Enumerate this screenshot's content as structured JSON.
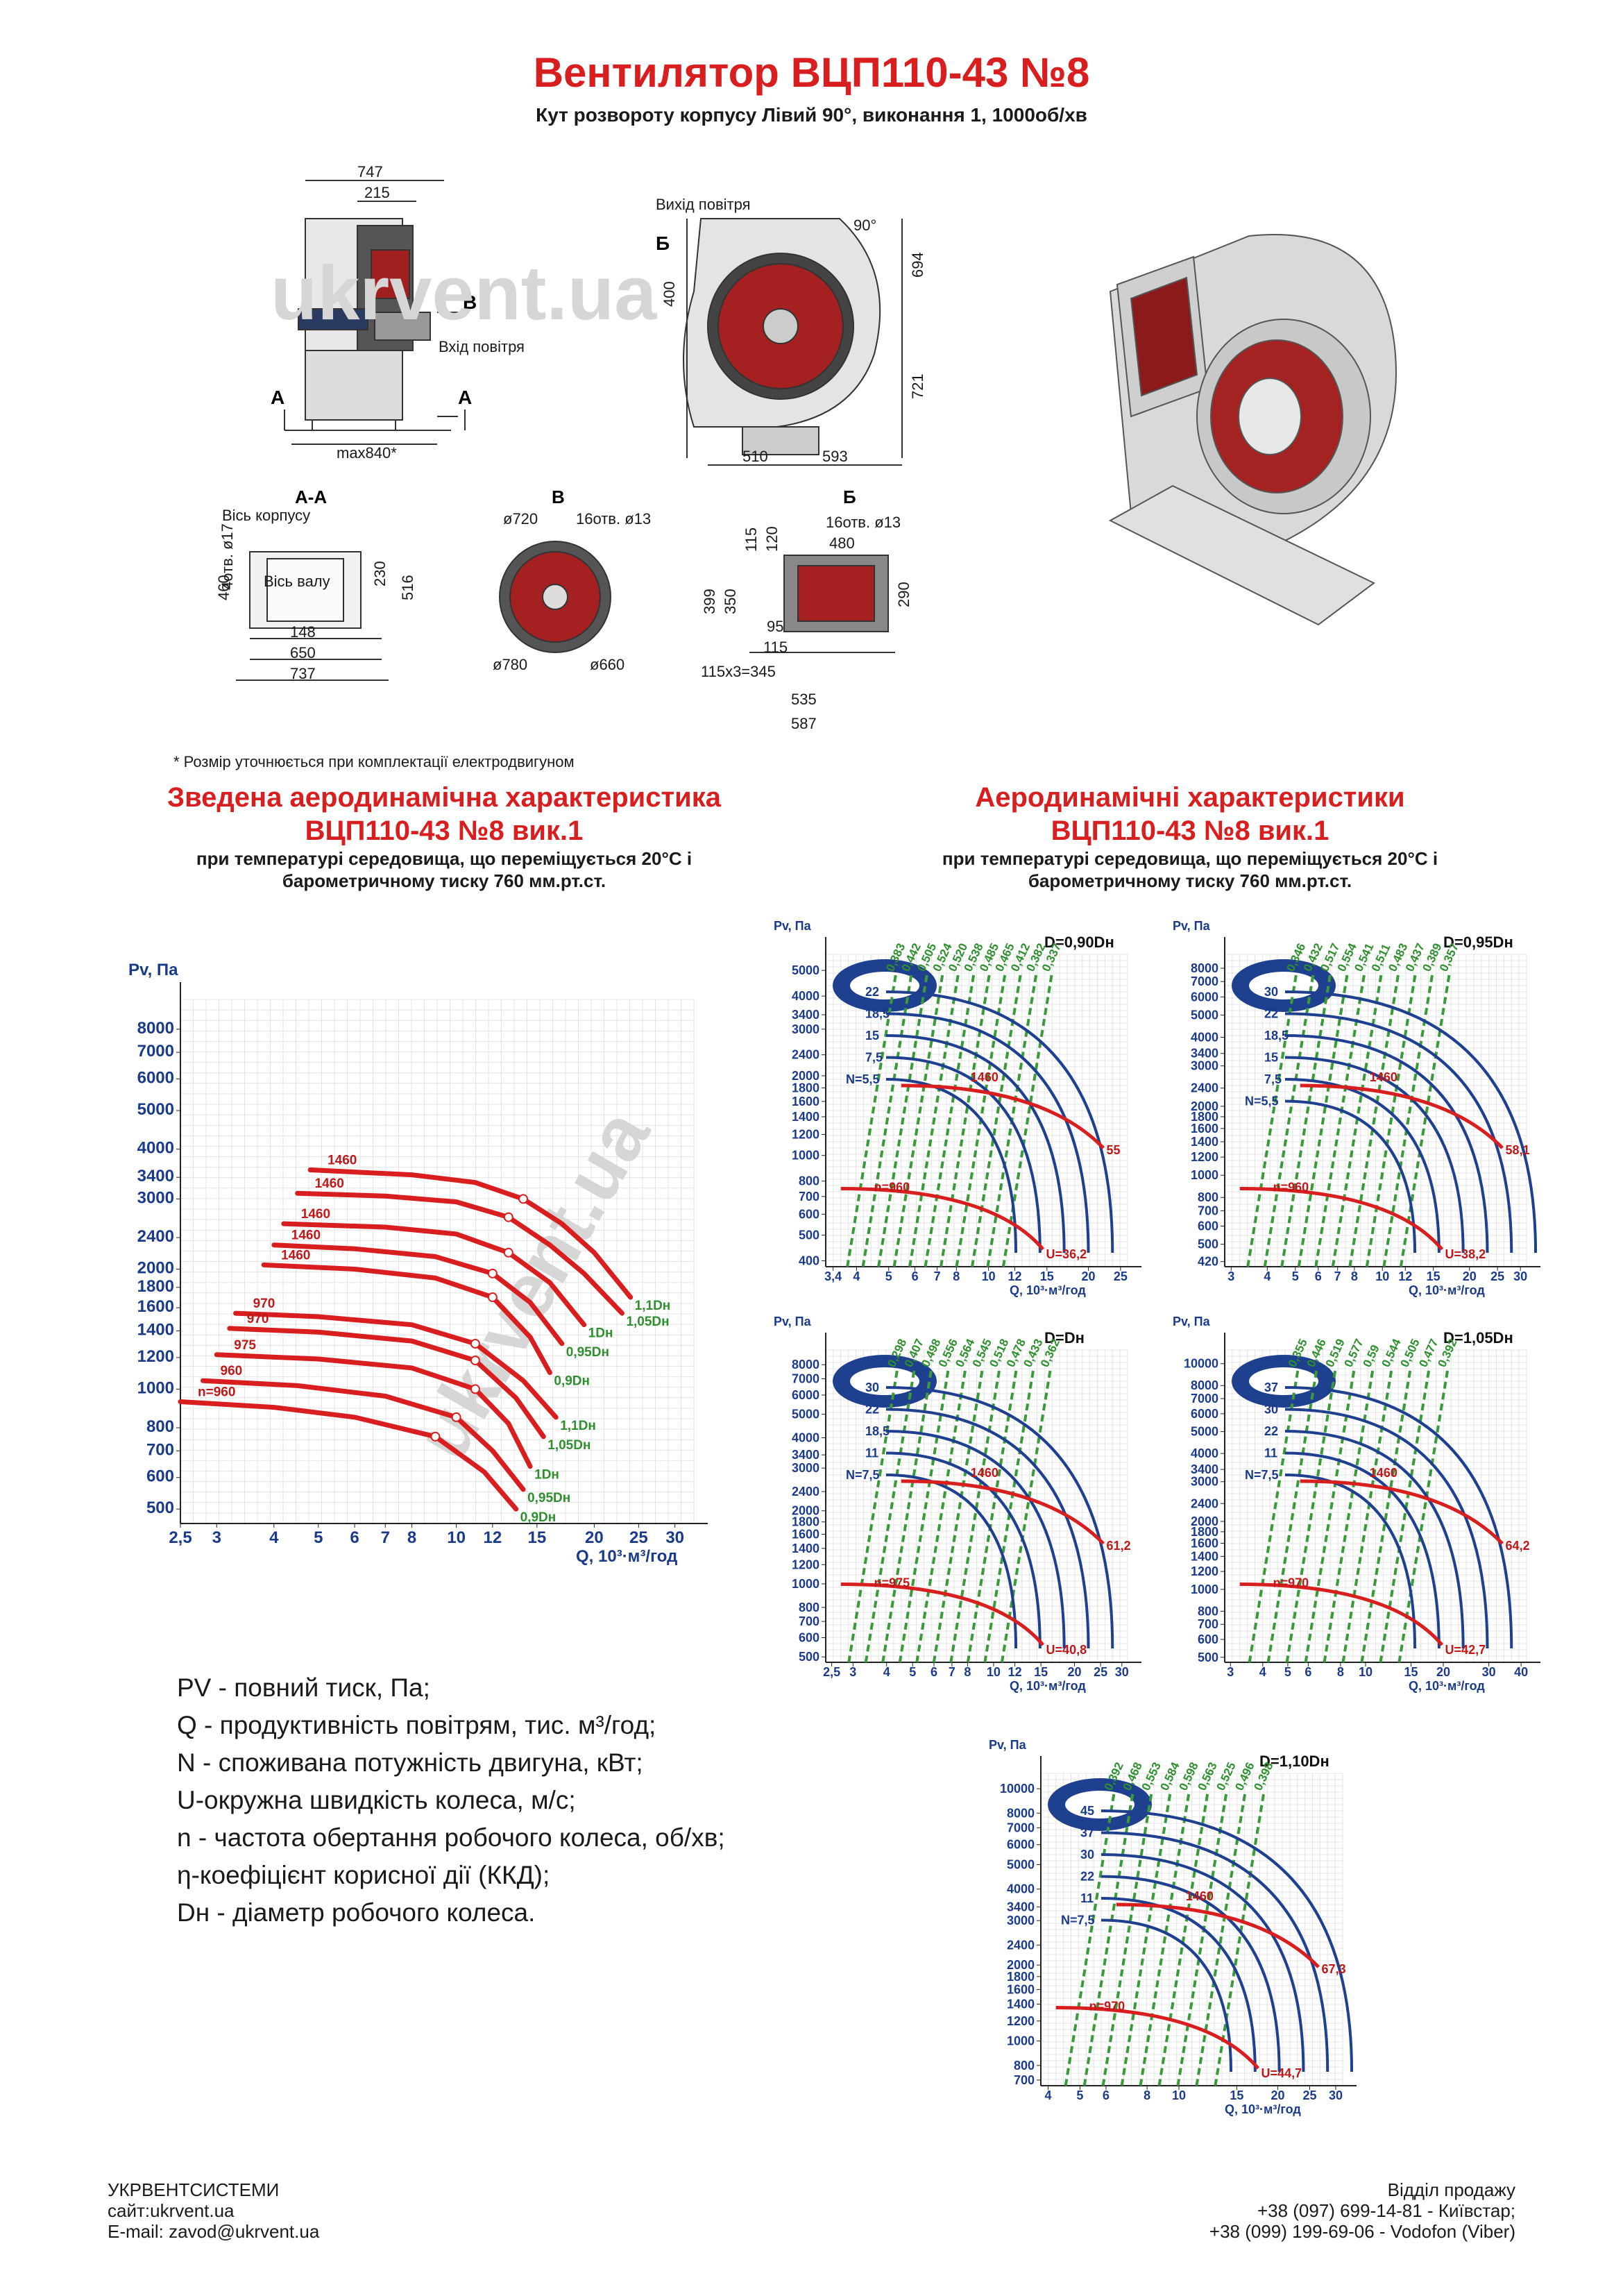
{
  "header": {
    "title": "Вентилятор ВЦП110-43 №8",
    "subtitle": "Кут розвороту корпусу Лівий 90°, виконання 1, 1000об/хв"
  },
  "drawings": {
    "side": {
      "d747": "747",
      "d215": "215",
      "label_v": "В",
      "inlet": "Вхід повітря",
      "label_a": "А",
      "max": "max840*"
    },
    "front": {
      "outlet": "Вихід повітря",
      "angle": "90°",
      "label_b": "Б",
      "d400": "400",
      "d694": "694",
      "d721": "721",
      "d510": "510",
      "d593": "593"
    },
    "aa": {
      "title": "А-А",
      "body_axis": "Вісь корпусу",
      "shaft_axis": "Вісь валу",
      "holes": "4отв. ø17",
      "d460": "460",
      "d230": "230",
      "d516": "516",
      "d148": "148",
      "d650": "650",
      "d737": "737"
    },
    "v": {
      "title": "В",
      "d720": "ø720",
      "holes": "16отв. ø13",
      "d780": "ø780",
      "d660": "ø660"
    },
    "b": {
      "title": "Б",
      "holes": "16отв. ø13",
      "d480": "480",
      "d115a": "115",
      "d120": "120",
      "d399": "399",
      "d350": "350",
      "d290": "290",
      "d95": "95",
      "d115b": "115",
      "d345": "115х3=345",
      "d535": "535",
      "d587": "587"
    },
    "watermark": "ukrvent.ua"
  },
  "note": "* Розмір уточнюється при комплектації електродвигуном",
  "section_left": {
    "title1": "Зведена аеродинамічна характеристика",
    "title2": "ВЦП110-43 №8 вик.1",
    "sub1": "при температурі середовища, що переміщується 20°С і",
    "sub2": "барометричному тиску 760 мм.рт.ст."
  },
  "section_right": {
    "title1": "Аеродинамічні характеристики",
    "title2": "ВЦП110-43 №8 вик.1",
    "sub1": "при температурі середовища, що переміщується 20°С і",
    "sub2": "барометричному тиску 760 мм.рт.ст."
  },
  "legend": [
    {
      "sym": "PV",
      "text": " - повний тиск, Па;"
    },
    {
      "sym": "Q",
      "text": " - продуктивність повітрям, тис. м³/год;"
    },
    {
      "sym": "N",
      "text": " - споживана потужність двигуна, кВт;"
    },
    {
      "sym": "U",
      "text": "-окружна швидкість колеса, м/с;"
    },
    {
      "sym": "n",
      "text": " - частота обертання робочого колеса, об/хв;"
    },
    {
      "sym": "η",
      "text": "-коефіцієнт корисної дії (ККД);"
    },
    {
      "sym": "Dн",
      "text": " - діаметр робочого колеса."
    }
  ],
  "footer": {
    "company": "УКРВЕНТСИСТЕМИ",
    "site": "сайт:ukrvent.ua",
    "email": "E-mail: zavod@ukrvent.ua",
    "sales": "Відділ продажу",
    "phone1": "+38 (097) 699-14-81 - Київстар;",
    "phone2": "+38 (099) 199-69-06 - Vodofon (Viber)"
  },
  "chart_data": [
    {
      "type": "line",
      "id": "summary",
      "xlabel": "Q, 10³·м³/год",
      "ylabel": "Pv, Па",
      "x_ticks": [
        "2,5",
        "3",
        "4",
        "5",
        "6",
        "7",
        "8",
        "10",
        "12",
        "15",
        "20",
        "25",
        "30"
      ],
      "y_ticks": [
        "500",
        "600",
        "700",
        "800",
        "1000",
        "1200",
        "1400",
        "1600",
        "1800",
        "2000",
        "2400",
        "3000",
        "3400",
        "4000",
        "5000",
        "6000",
        "7000",
        "8000"
      ],
      "xlim": [
        2.5,
        33
      ],
      "ylim": [
        460,
        9500
      ],
      "scale": "log-log",
      "series": [
        {
          "speed": "1460",
          "end": "1,1Dн",
          "x": [
            4.8,
            8,
            11,
            14,
            17,
            20,
            24
          ],
          "y": [
            3550,
            3450,
            3300,
            3000,
            2600,
            2200,
            1700
          ]
        },
        {
          "speed": "1460",
          "end": "1,05Dн",
          "x": [
            4.5,
            7,
            10,
            13,
            16,
            19,
            23
          ],
          "y": [
            3100,
            3050,
            2950,
            2700,
            2300,
            1950,
            1550
          ]
        },
        {
          "speed": "1460",
          "end": "1Dн",
          "x": [
            4.2,
            7,
            10,
            13,
            16,
            19
          ],
          "y": [
            2600,
            2550,
            2450,
            2200,
            1850,
            1450
          ]
        },
        {
          "speed": "1460",
          "end": "0,95Dн",
          "x": [
            4.0,
            6,
            9,
            12,
            14.5,
            17
          ],
          "y": [
            2300,
            2250,
            2150,
            1950,
            1650,
            1300
          ]
        },
        {
          "speed": "1460",
          "end": "0,9Dн",
          "x": [
            3.8,
            6,
            9,
            12,
            14.5,
            16
          ],
          "y": [
            2050,
            2000,
            1900,
            1700,
            1350,
            1100
          ]
        },
        {
          "speed": "970",
          "end": "1,1Dн",
          "x": [
            3.3,
            5,
            8,
            11,
            14,
            16.5
          ],
          "y": [
            1550,
            1520,
            1450,
            1300,
            1050,
            850
          ]
        },
        {
          "speed": "970",
          "end": "1,05Dн",
          "x": [
            3.2,
            5,
            8,
            11,
            13.5,
            15.5
          ],
          "y": [
            1420,
            1390,
            1320,
            1180,
            950,
            760
          ]
        },
        {
          "speed": "975",
          "end": "1Dн",
          "x": [
            3.0,
            5,
            8,
            11,
            13,
            14.5
          ],
          "y": [
            1220,
            1190,
            1130,
            1000,
            820,
            640
          ]
        },
        {
          "speed": "960",
          "end": "0,95Dн",
          "x": [
            2.8,
            4.5,
            7,
            10,
            12,
            14
          ],
          "y": [
            1050,
            1020,
            960,
            850,
            700,
            560
          ]
        },
        {
          "speed": "n=960",
          "end": "0,9Dн",
          "x": [
            2.5,
            4,
            6,
            9,
            11.5,
            13.5
          ],
          "y": [
            930,
            900,
            850,
            760,
            620,
            500
          ]
        }
      ]
    },
    {
      "type": "line",
      "id": "d090",
      "title": "D=0,90Dн",
      "xlabel": "Q, 10³·м³/год",
      "ylabel": "Pv, Па",
      "x_ticks": [
        "3,4",
        "4",
        "5",
        "6",
        "7",
        "8",
        "10",
        "12",
        "15",
        "20",
        "25"
      ],
      "y_ticks": [
        "400",
        "500",
        "600",
        "700",
        "800",
        "1000",
        "1200",
        "1400",
        "1600",
        "1800",
        "2000",
        "2400",
        "3000",
        "3400",
        "4000",
        "5000"
      ],
      "power": [
        "N=5,5",
        "7,5",
        "15",
        "18,5",
        "22"
      ],
      "eff": [
        "0,383",
        "0,442",
        "0,505",
        "0,524",
        "0,520",
        "0,538",
        "0,485",
        "0,465",
        "0,412",
        "0,382",
        "0,337"
      ],
      "rpm": [
        "1460",
        "n=960"
      ],
      "speed": [
        "55",
        "U=36,2"
      ]
    },
    {
      "type": "line",
      "id": "d095",
      "title": "D=0,95Dн",
      "xlabel": "Q, 10³·м³/год",
      "ylabel": "Pv, Па",
      "x_ticks": [
        "3",
        "4",
        "5",
        "6",
        "7",
        "8",
        "10",
        "12",
        "15",
        "20",
        "25",
        "30"
      ],
      "y_ticks": [
        "420",
        "500",
        "600",
        "700",
        "800",
        "1000",
        "1200",
        "1400",
        "1600",
        "1800",
        "2000",
        "2400",
        "3000",
        "3400",
        "4000",
        "5000",
        "6000",
        "7000",
        "8000"
      ],
      "power": [
        "N=5,5",
        "7,5",
        "15",
        "18,5",
        "22",
        "30"
      ],
      "eff": [
        "0,346",
        "0,432",
        "0,517",
        "0,554",
        "0,541",
        "0,511",
        "0,483",
        "0,437",
        "0,389",
        "0,357"
      ],
      "rpm": [
        "1460",
        "n=960"
      ],
      "speed": [
        "58,1",
        "U=38,2"
      ]
    },
    {
      "type": "line",
      "id": "d100",
      "title": "D=Dн",
      "xlabel": "Q, 10³·м³/год",
      "ylabel": "Pv, Па",
      "x_ticks": [
        "2,5",
        "3",
        "4",
        "5",
        "6",
        "7",
        "8",
        "10",
        "12",
        "15",
        "20",
        "25",
        "30"
      ],
      "y_ticks": [
        "500",
        "600",
        "700",
        "800",
        "1000",
        "1200",
        "1400",
        "1600",
        "1800",
        "2000",
        "2400",
        "3000",
        "3400",
        "4000",
        "5000",
        "6000",
        "7000",
        "8000"
      ],
      "power": [
        "N=7,5",
        "11",
        "18,5",
        "22",
        "30"
      ],
      "eff": [
        "0,298",
        "0,407",
        "0,498",
        "0,556",
        "0,564",
        "0,545",
        "0,518",
        "0,478",
        "0,433",
        "0,362"
      ],
      "rpm": [
        "1460",
        "n=975"
      ],
      "speed": [
        "61,2",
        "U=40,8"
      ]
    },
    {
      "type": "line",
      "id": "d105",
      "title": "D=1,05Dн",
      "xlabel": "Q, 10³·м³/год",
      "ylabel": "Pv, Па",
      "x_ticks": [
        "3",
        "4",
        "5",
        "6",
        "8",
        "10",
        "15",
        "20",
        "30",
        "40"
      ],
      "y_ticks": [
        "500",
        "600",
        "700",
        "800",
        "1000",
        "1200",
        "1400",
        "1600",
        "1800",
        "2000",
        "2400",
        "3000",
        "3400",
        "4000",
        "5000",
        "6000",
        "7000",
        "8000",
        "10000"
      ],
      "power": [
        "N=7,5",
        "11",
        "22",
        "30",
        "37"
      ],
      "eff": [
        "0,355",
        "0,446",
        "0,519",
        "0,577",
        "0,59",
        "0,544",
        "0,505",
        "0,477",
        "0,392"
      ],
      "rpm": [
        "1460",
        "n=970"
      ],
      "speed": [
        "64,2",
        "U=42,7"
      ]
    },
    {
      "type": "line",
      "id": "d110",
      "title": "D=1,10Dн",
      "xlabel": "Q, 10³·м³/год",
      "ylabel": "Pv, Па",
      "x_ticks": [
        "4",
        "5",
        "6",
        "8",
        "10",
        "15",
        "20",
        "25",
        "30"
      ],
      "y_ticks": [
        "700",
        "800",
        "1000",
        "1200",
        "1400",
        "1600",
        "1800",
        "2000",
        "2400",
        "3000",
        "3400",
        "4000",
        "5000",
        "6000",
        "7000",
        "8000",
        "10000"
      ],
      "power": [
        "N=7,5",
        "11",
        "22",
        "30",
        "37",
        "45"
      ],
      "eff": [
        "0,392",
        "0,468",
        "0,553",
        "0,584",
        "0,598",
        "0,563",
        "0,525",
        "0,496",
        "0,398"
      ],
      "rpm": [
        "1460",
        "n=970"
      ],
      "speed": [
        "67,3",
        "U=44,7"
      ]
    }
  ]
}
